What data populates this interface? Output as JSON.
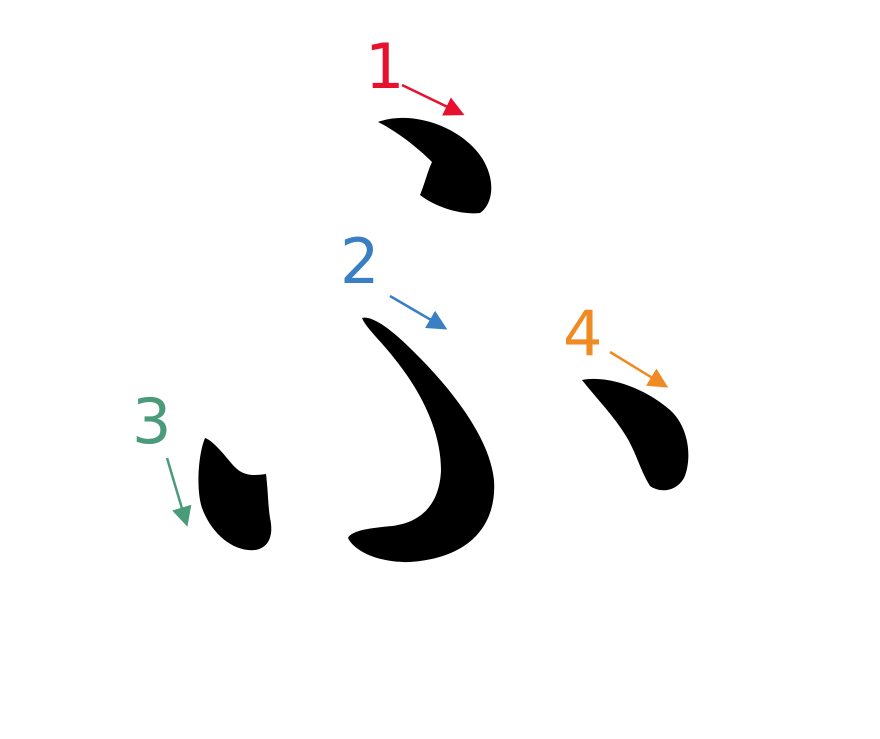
{
  "strokes": [
    {
      "number": "1",
      "color": "#e8112d"
    },
    {
      "number": "2",
      "color": "#3a7fc4"
    },
    {
      "number": "3",
      "color": "#4a9b7a"
    },
    {
      "number": "4",
      "color": "#f08a24"
    }
  ],
  "stroke_fill": "#000000"
}
